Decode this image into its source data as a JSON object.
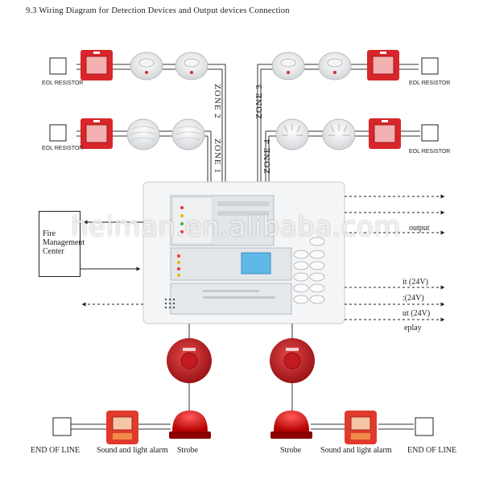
{
  "title": "9.3 Wiring Diagram for Detection Devices and Output devices Connection",
  "eol_resistor_label": "EOL RESISTOR",
  "zones": {
    "z1": "ZONE 1",
    "z2": "ZONE 2",
    "z3": "ZONE 3",
    "z4": "ZONE 4"
  },
  "fire_management_center": "Fire Management Center",
  "outputs": {
    "output": "output",
    "o24a": "it (24V)",
    "o24b": ":(24V)",
    "o24c": "ut (24V)",
    "relay": "eplay"
  },
  "bottom_labels": {
    "end_of_line": "END OF LINE",
    "sound_light": "Sound and light alarm",
    "strobe": "Strobe"
  },
  "watermark": "heiman.en.alibaba.com",
  "colors": {
    "alarm_red": "#d8262b",
    "panel_grey": "#e9ecef",
    "display_blue": "#5fb8e8",
    "wire": "#333333"
  }
}
